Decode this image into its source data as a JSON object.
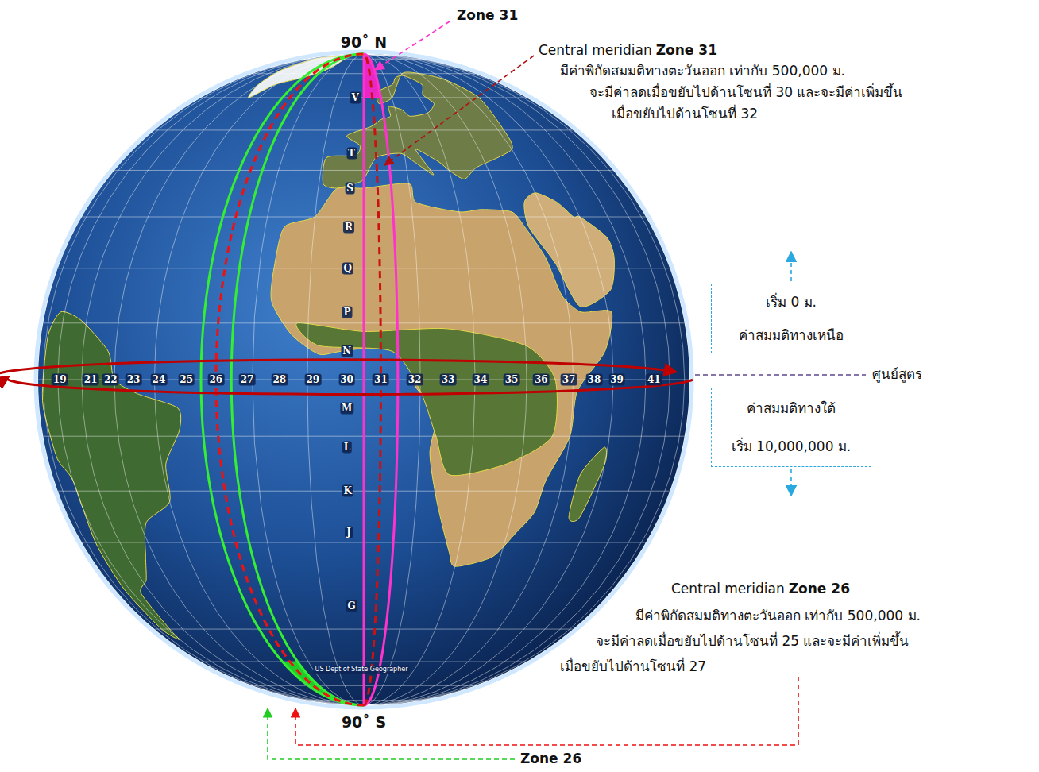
{
  "diagram": {
    "nodes": [
      {
        "text": [
          "เริ่ม 0 ม.",
          "ค่าสมมติทางเหนือ"
        ]
      },
      {
        "text": [
          "ค่าสมมติทางใต้",
          "เริ่ม 10,000,000 ม."
        ]
      }
    ],
    "labels": [
      "Zone 31",
      "90˚ N",
      "Central meridian",
      "Zone 31",
      "มีค่าพิกัดสมมติทางตะวันออก เท่ากับ 500,000 ม.",
      "จะมีค่าลดเมื่อขยับไปด้านโซนที่ 30 และจะมีค่าเพิ่มขึ้น",
      "เมื่อขยับไปด้านโซนที่ 32",
      "V",
      "T",
      "S",
      "R",
      "Q",
      "P",
      "N",
      "M",
      "L",
      "K",
      "J",
      "G",
      "19",
      "21",
      "22",
      "23",
      "24",
      "25",
      "26",
      "27",
      "28",
      "29",
      "30",
      "31",
      "32",
      "33",
      "34",
      "35",
      "36",
      "37",
      "38",
      "39",
      "41",
      "ศูนย์สูตร",
      "Central meridian",
      "Zone 26",
      "มีค่าพิกัดสมมติทางตะวันออก เท่ากับ 500,000 ม.",
      "จะมีค่าลดเมื่อขยับไปด้านโซนที่ 25 และจะมีค่าเพิ่มขึ้น",
      "เมื่อขยับไปด้านโซนที่ 27",
      "US Dept of State Geographer",
      "90˚ S",
      "Zone 26"
    ]
  }
}
